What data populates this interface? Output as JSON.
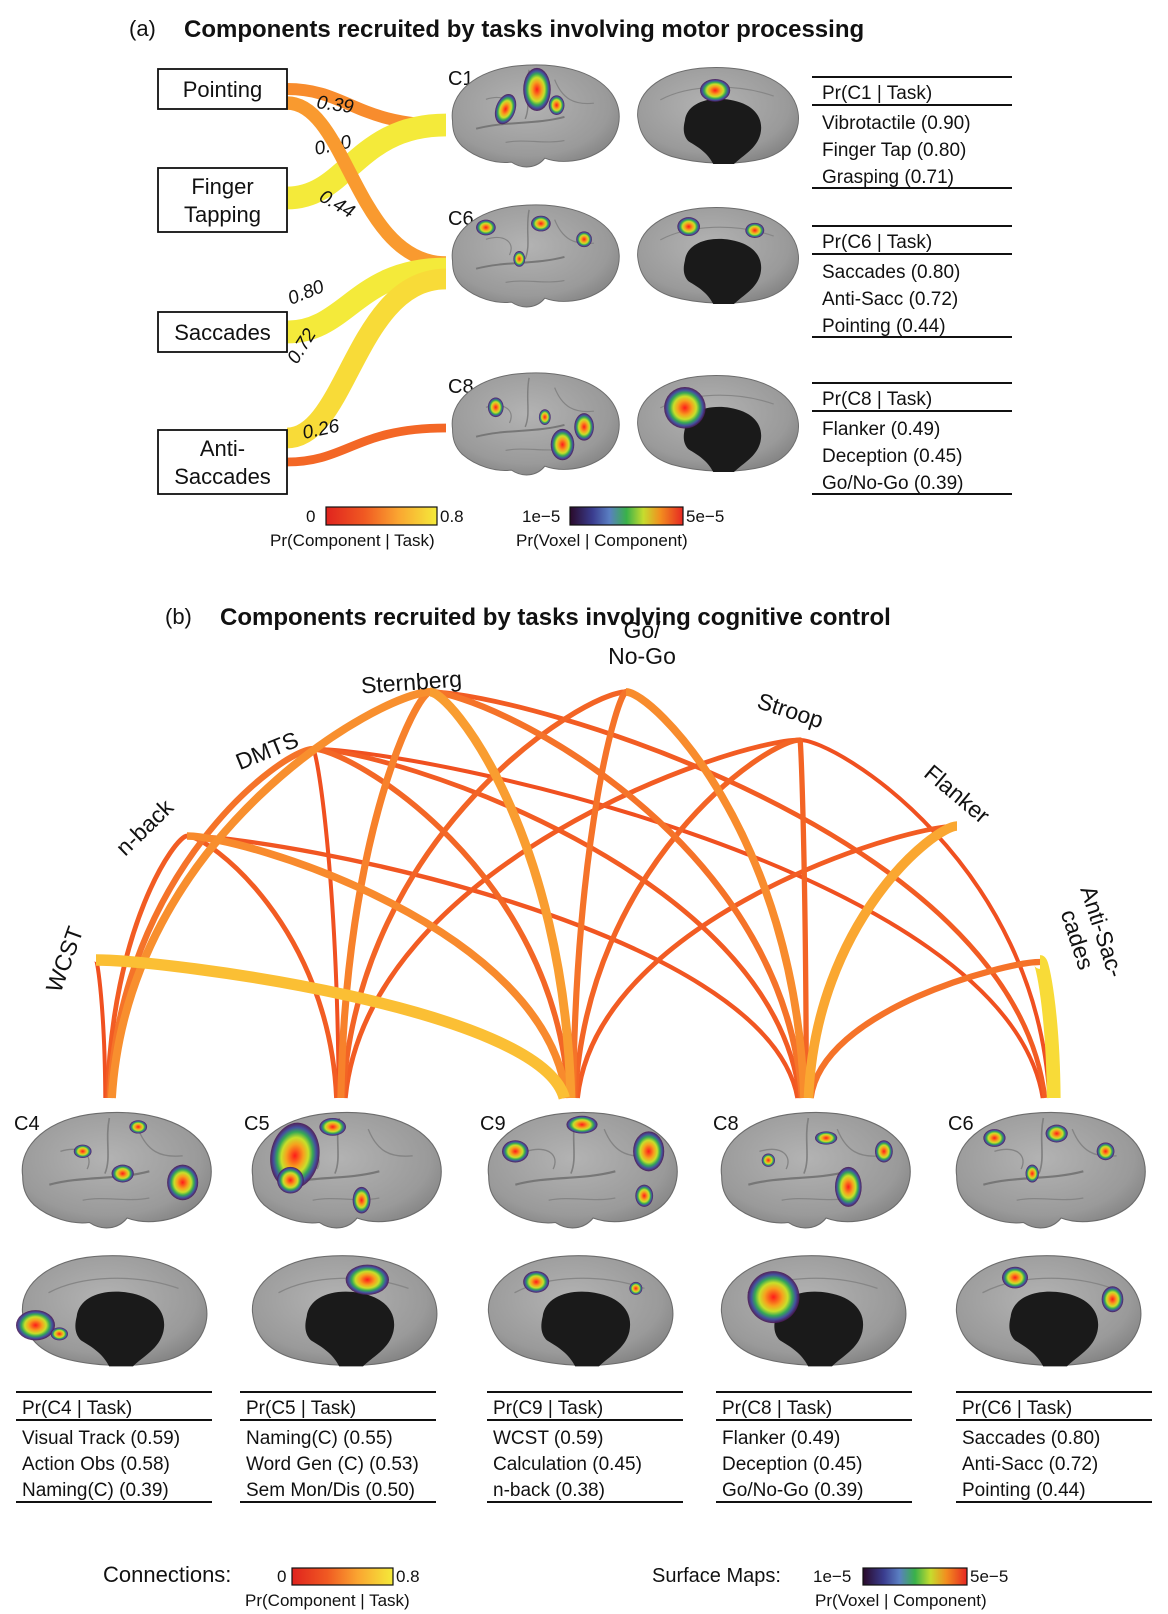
{
  "panel_a": {
    "label": "(a)",
    "title": "Components recruited by tasks involving motor processing",
    "tasks": [
      {
        "name": "pointing",
        "lines": [
          "Pointing"
        ]
      },
      {
        "name": "finger-tapping",
        "lines": [
          "Finger",
          "Tapping"
        ]
      },
      {
        "name": "saccades",
        "lines": [
          "Saccades"
        ]
      },
      {
        "name": "anti-saccades",
        "lines": [
          "Anti-",
          "Saccades"
        ]
      }
    ],
    "components": [
      {
        "id": "C1",
        "header": "Pr(C1 | Task)",
        "rows": [
          "Vibrotactile  (0.90)",
          "Finger Tap (0.80)",
          "Grasping (0.71)"
        ]
      },
      {
        "id": "C6",
        "header": "Pr(C6 | Task)",
        "rows": [
          "Saccades (0.80)",
          "Anti-Sacc (0.72)",
          "Pointing (0.44)"
        ]
      },
      {
        "id": "C8",
        "header": "Pr(C8 | Task)",
        "rows": [
          "Flanker (0.49)",
          "Deception (0.45)",
          "Go/No-Go (0.39)"
        ]
      }
    ],
    "edges": [
      {
        "task": 0,
        "comp": 0,
        "value": 0.39,
        "label": "0.39"
      },
      {
        "task": 1,
        "comp": 0,
        "value": 0.8,
        "label": "0.80"
      },
      {
        "task": 0,
        "comp": 1,
        "value": 0.44,
        "label": "0.44"
      },
      {
        "task": 2,
        "comp": 1,
        "value": 0.8,
        "label": "0.80"
      },
      {
        "task": 3,
        "comp": 1,
        "value": 0.72,
        "label": "0.72"
      },
      {
        "task": 3,
        "comp": 2,
        "value": 0.26,
        "label": "0.26"
      }
    ],
    "colorbar_conn": {
      "min": "0",
      "max": "0.8",
      "caption": "Pr(Component | Task)"
    },
    "colorbar_map": {
      "min": "1e−5",
      "max": "5e−5",
      "caption": "Pr(Voxel | Component)"
    }
  },
  "panel_b": {
    "label": "(b)",
    "title": "Components recruited by tasks involving cognitive control",
    "tasks": [
      {
        "name": "wcst",
        "lines": [
          "WCST"
        ]
      },
      {
        "name": "n-back",
        "lines": [
          "n-back"
        ]
      },
      {
        "name": "dmts",
        "lines": [
          "DMTS"
        ]
      },
      {
        "name": "sternberg",
        "lines": [
          "Sternberg"
        ]
      },
      {
        "name": "go-no-go",
        "lines": [
          "Go/",
          "No-Go"
        ]
      },
      {
        "name": "stroop",
        "lines": [
          "Stroop"
        ]
      },
      {
        "name": "flanker",
        "lines": [
          "Flanker"
        ]
      },
      {
        "name": "anti-saccades",
        "lines": [
          "Anti-Sac-",
          "cades"
        ]
      }
    ],
    "components": [
      {
        "id": "C4",
        "header": "Pr(C4 | Task)",
        "rows": [
          "Visual Track (0.59)",
          "Action Obs (0.58)",
          "Naming(C) (0.39)"
        ]
      },
      {
        "id": "C5",
        "header": "Pr(C5 | Task)",
        "rows": [
          "Naming(C) (0.55)",
          "Word Gen (C) (0.53)",
          "Sem Mon/Dis (0.50)"
        ]
      },
      {
        "id": "C9",
        "header": "Pr(C9 | Task)",
        "rows": [
          "WCST (0.59)",
          "Calculation (0.45)",
          "n-back (0.38)"
        ]
      },
      {
        "id": "C8",
        "header": "Pr(C8 | Task)",
        "rows": [
          "Flanker (0.49)",
          "Deception (0.45)",
          "Go/No-Go (0.39)"
        ]
      },
      {
        "id": "C6",
        "header": "Pr(C6 | Task)",
        "rows": [
          "Saccades (0.80)",
          "Anti-Sacc (0.72)",
          "Pointing (0.44)"
        ]
      }
    ],
    "edges": [
      {
        "task": 0,
        "comp": 0,
        "value": 0.18
      },
      {
        "task": 1,
        "comp": 0,
        "value": 0.22
      },
      {
        "task": 2,
        "comp": 0,
        "value": 0.3
      },
      {
        "task": 3,
        "comp": 0,
        "value": 0.4
      },
      {
        "task": 1,
        "comp": 1,
        "value": 0.22
      },
      {
        "task": 2,
        "comp": 1,
        "value": 0.18
      },
      {
        "task": 3,
        "comp": 1,
        "value": 0.35
      },
      {
        "task": 4,
        "comp": 1,
        "value": 0.25
      },
      {
        "task": 5,
        "comp": 1,
        "value": 0.22
      },
      {
        "task": 0,
        "comp": 2,
        "value": 0.59
      },
      {
        "task": 1,
        "comp": 2,
        "value": 0.38
      },
      {
        "task": 2,
        "comp": 2,
        "value": 0.26
      },
      {
        "task": 3,
        "comp": 2,
        "value": 0.45
      },
      {
        "task": 4,
        "comp": 2,
        "value": 0.3
      },
      {
        "task": 5,
        "comp": 2,
        "value": 0.25
      },
      {
        "task": 6,
        "comp": 2,
        "value": 0.22
      },
      {
        "task": 1,
        "comp": 3,
        "value": 0.2
      },
      {
        "task": 2,
        "comp": 3,
        "value": 0.22
      },
      {
        "task": 3,
        "comp": 3,
        "value": 0.3
      },
      {
        "task": 4,
        "comp": 3,
        "value": 0.39
      },
      {
        "task": 5,
        "comp": 3,
        "value": 0.25
      },
      {
        "task": 6,
        "comp": 3,
        "value": 0.49
      },
      {
        "task": 7,
        "comp": 3,
        "value": 0.3
      },
      {
        "task": 2,
        "comp": 4,
        "value": 0.18
      },
      {
        "task": 3,
        "comp": 4,
        "value": 0.22
      },
      {
        "task": 5,
        "comp": 4,
        "value": 0.18
      },
      {
        "task": 7,
        "comp": 4,
        "value": 0.72
      }
    ],
    "colorbar_conn": {
      "prefix": "Connections:",
      "min": "0",
      "max": "0.8",
      "caption": "Pr(Component | Task)"
    },
    "colorbar_map": {
      "prefix": "Surface Maps:",
      "min": "1e−5",
      "max": "5e−5",
      "caption": "Pr(Voxel | Component)"
    }
  },
  "colors": {
    "conn_scale": [
      "#e0231e",
      "#ef4a1f",
      "#f6792a",
      "#faa531",
      "#fccb35",
      "#f4ea3a"
    ],
    "map_scale": [
      "#3b0a3a",
      "#3a3d8f",
      "#5a7fc2",
      "#39b14a",
      "#c6dc2e",
      "#f7d22a",
      "#f28e1f",
      "#e62722"
    ],
    "brain_fill": "#9a9a9a",
    "brain_dark": "#1a1a1a"
  }
}
